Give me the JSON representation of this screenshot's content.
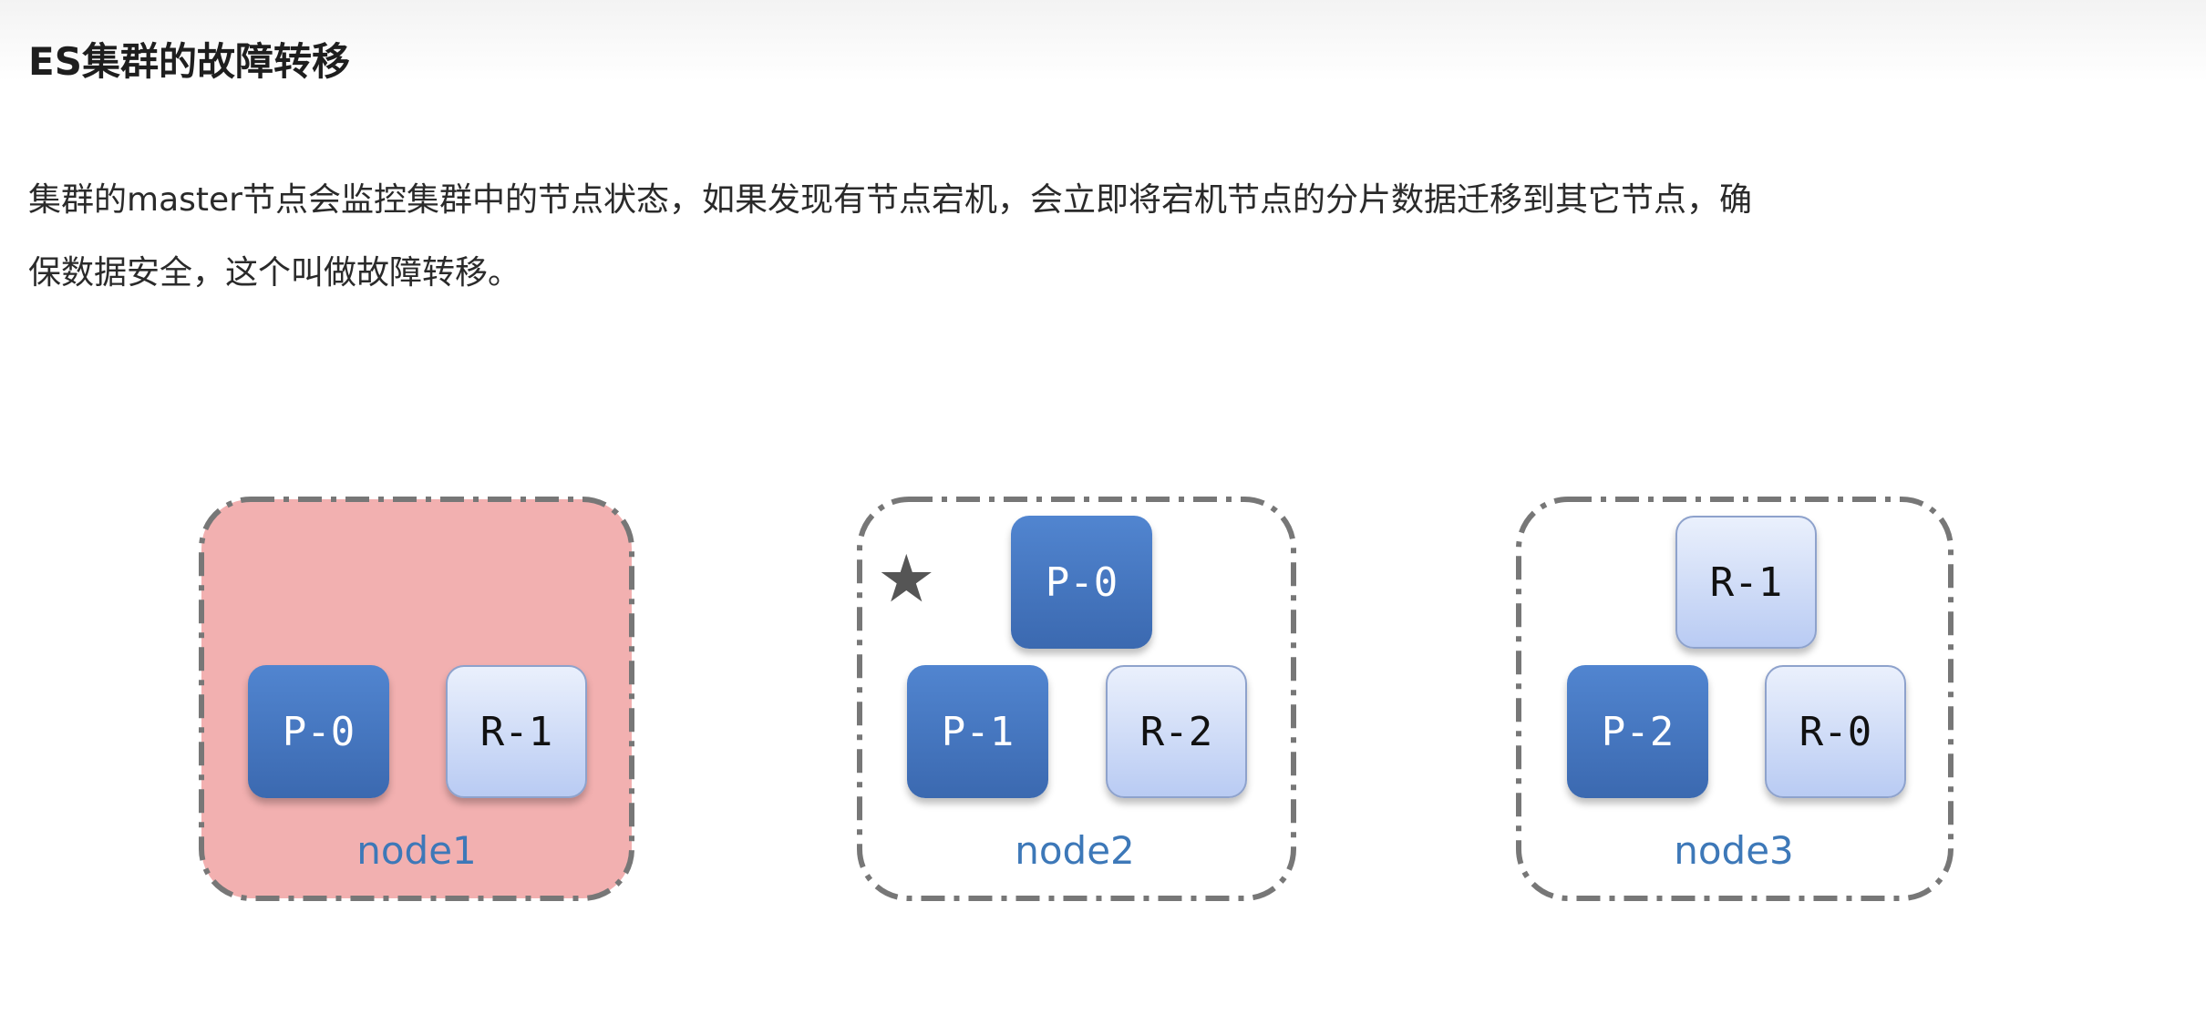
{
  "title": "ES集群的故障转移",
  "paragraph": {
    "line1": "集群的master节点会监控集群中的节点状态，如果发现有节点宕机，会立即将宕机节点的分片数据迁移到其它节点，确",
    "line2": "保数据安全，这个叫做故障转移。"
  },
  "diagram": {
    "nodes": [
      {
        "label": "node1",
        "status": "down",
        "fill": "#f2b0b0",
        "shards": [
          {
            "name": "P-0",
            "type": "primary"
          },
          {
            "name": "R-1",
            "type": "replica"
          }
        ]
      },
      {
        "label": "node2",
        "status": "master",
        "icon": "star-icon",
        "shards": [
          {
            "name": "P-0",
            "type": "primary"
          },
          {
            "name": "P-1",
            "type": "primary"
          },
          {
            "name": "R-2",
            "type": "replica"
          }
        ]
      },
      {
        "label": "node3",
        "status": "up",
        "shards": [
          {
            "name": "R-1",
            "type": "replica"
          },
          {
            "name": "P-2",
            "type": "primary"
          },
          {
            "name": "R-0",
            "type": "replica"
          }
        ]
      }
    ],
    "colors": {
      "primary": "#4a7cc4",
      "replica": "#d4e0f8",
      "border": "#777777",
      "label": "#3d78b8",
      "down": "#f2b0b0"
    }
  }
}
